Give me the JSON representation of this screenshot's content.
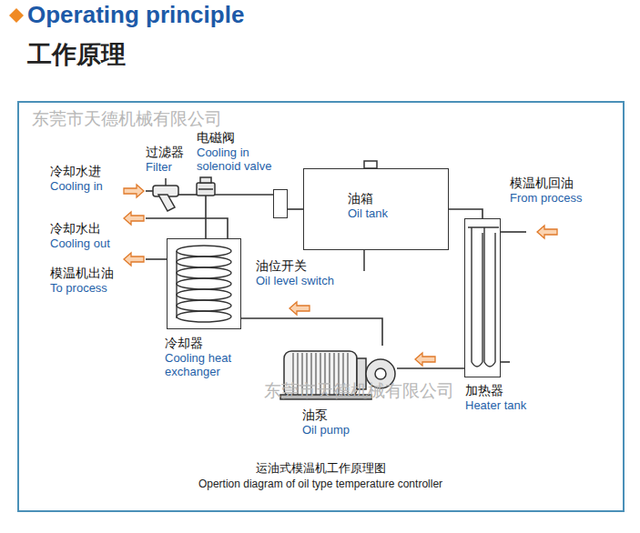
{
  "diagram": {
    "title": "Operating principle",
    "caption": "运油式模温机工作原理图",
    "nodes": [
      {
        "text": [
          "油箱",
          "Oil tank"
        ]
      },
      {
        "text": [
          "油位开关",
          "Oil level switch"
        ]
      },
      {
        "text": [
          "电磁阀",
          "Cooling in solenoid valve"
        ]
      },
      {
        "text": [
          "过滤器",
          "Filter"
        ]
      },
      {
        "text": [
          "冷却器",
          "Cooling heat exchanger"
        ]
      },
      {
        "text": [
          "油泵",
          "Oil pump"
        ]
      },
      {
        "text": [
          "加热器",
          "Heater tank"
        ]
      }
    ],
    "edges": [
      {
        "from": 3,
        "to": 2,
        "arrow": "none"
      },
      {
        "from": 2,
        "to": 4,
        "arrow": "none"
      },
      {
        "from": 0,
        "to": 1,
        "arrow": "none"
      },
      {
        "from": 0,
        "to": 6,
        "arrow": "none"
      },
      {
        "from": 6,
        "to": 5,
        "arrow": "none"
      },
      {
        "from": 5,
        "to": 4,
        "arrow": "none"
      },
      {
        "from": 2,
        "to": 1,
        "arrow": "none"
      }
    ],
    "labels": [
      "工作原理",
      "冷却水进",
      "Cooling in",
      "冷却水出",
      "Cooling out",
      "模温机出油",
      "To process",
      "模温机回油",
      "From process",
      "东莞市天德机械有限公司",
      "东莞市天德机械有限公司",
      "Opertion diagram of oil type temperature controller"
    ]
  }
}
